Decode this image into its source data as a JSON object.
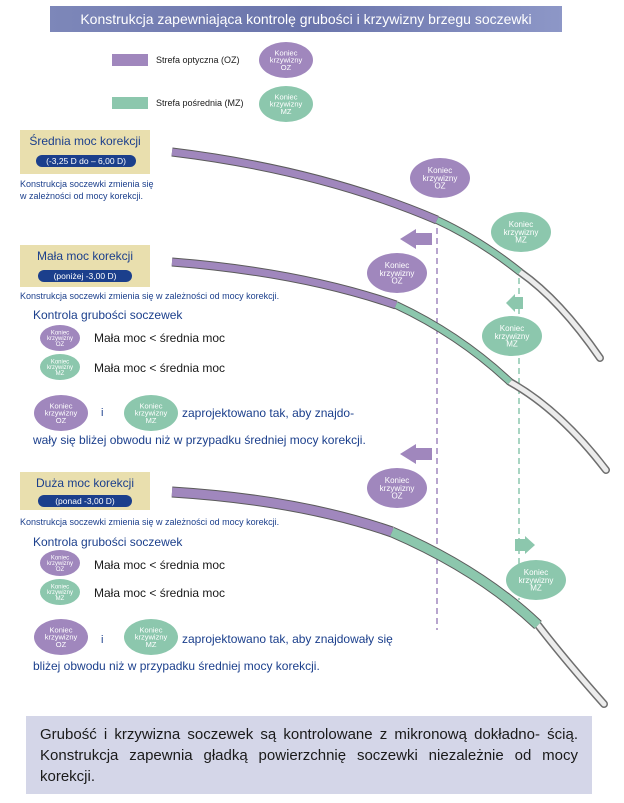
{
  "title": "Konstrukcja zapewniająca kontrolę grubości i krzywizny brzegu soczewki",
  "colors": {
    "oz": "#a087bd",
    "mz": "#8cc7ad",
    "badge": "#e9dfae",
    "pill": "#1b3f8c",
    "text_blue": "#1b3f8c",
    "summary_bg": "#d4d6e8",
    "lens_edge": "#d9dadb"
  },
  "ellipse_oz_label": "Koniec krzywizny OZ",
  "ellipse_mz_label": "Koniec krzywizny MZ",
  "legend": {
    "oz": {
      "label": "Strefa optyczna (OZ)"
    },
    "mz": {
      "label": "Strefa pośrednia (MZ)"
    }
  },
  "sections": {
    "medium": {
      "title": "Średnia moc korekcji",
      "range": "(-3,25 D do – 6,00 D)",
      "note_line1": "Konstrukcja soczewki zmienia się",
      "note_line2": "w zależności od mocy korekcji."
    },
    "low": {
      "title": "Mała moc korekcji",
      "range": "(poniżej -3,00 D)",
      "note": "Konstrukcja soczewki zmienia się w zależności od mocy korekcji.",
      "heading": "Kontrola grubości soczewek",
      "oz_cmp": "Mała moc < średnia moc",
      "mz_cmp": "Mała moc < średnia moc",
      "connector": "i",
      "para_line1": "zaprojektowano tak, aby znajdo-",
      "para_line2": "wały się bliżej obwodu niż w przypadku średniej mocy korekcji."
    },
    "high": {
      "title": "Duża moc korekcji",
      "range": "(ponad -3,00 D)",
      "note": "Konstrukcja soczewki zmienia się w zależności od mocy korekcji.",
      "heading": "Kontrola grubości soczewek",
      "oz_cmp": "Mała moc < średnia moc",
      "mz_cmp": "Mała moc < średnia moc",
      "connector": "i",
      "para_line1": "zaprojektowano tak, aby znajdowały się",
      "para_line2": "bliżej obwodu niż w przypadku średniej mocy korekcji."
    }
  },
  "summary_text": "Grubość i krzywizna soczewek są kontrolowane z mikronową dokładno- ścią. Konstrukcja zapewnia gładką powierzchnię soczewki niezależnie od mocy korekcji."
}
